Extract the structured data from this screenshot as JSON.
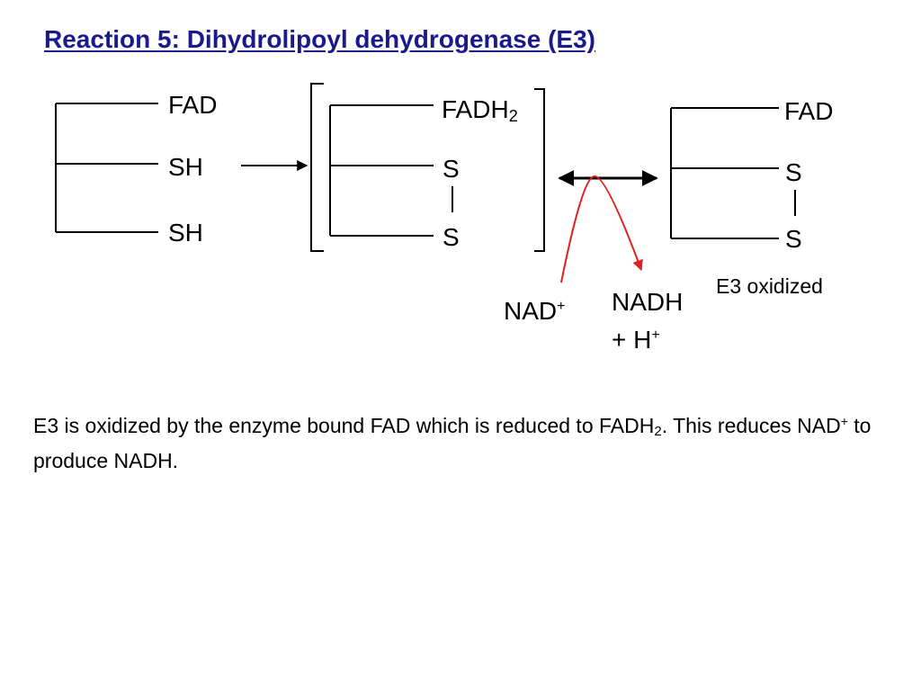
{
  "title": "Reaction 5: Dihydrolipoyl dehydrogenase (E3)",
  "left_structure": {
    "top_label": "FAD",
    "mid_label": "SH",
    "bottom_label": "SH"
  },
  "middle_structure": {
    "top_label_base": "FADH",
    "top_label_sub": "2",
    "mid_label": "S",
    "bottom_label": "S"
  },
  "right_structure": {
    "top_label": "FAD",
    "mid_label": "S",
    "bottom_label": "S",
    "caption": "E3 oxidized"
  },
  "cofactors": {
    "reactant_base": "NAD",
    "reactant_sup": "+",
    "product_line1": "NADH",
    "product_line2_base": "+ H",
    "product_line2_sup": "+"
  },
  "description": {
    "part1": "E3 is oxidized by the enzyme bound FAD which is reduced to FADH",
    "sub1": "2",
    "part2": ".  This reduces NAD",
    "sup1": "+",
    "part3": " to produce NADH."
  },
  "colors": {
    "title": "#1a1a8c",
    "lines": "#000000",
    "cofactor_arrow": "#e0201c"
  }
}
